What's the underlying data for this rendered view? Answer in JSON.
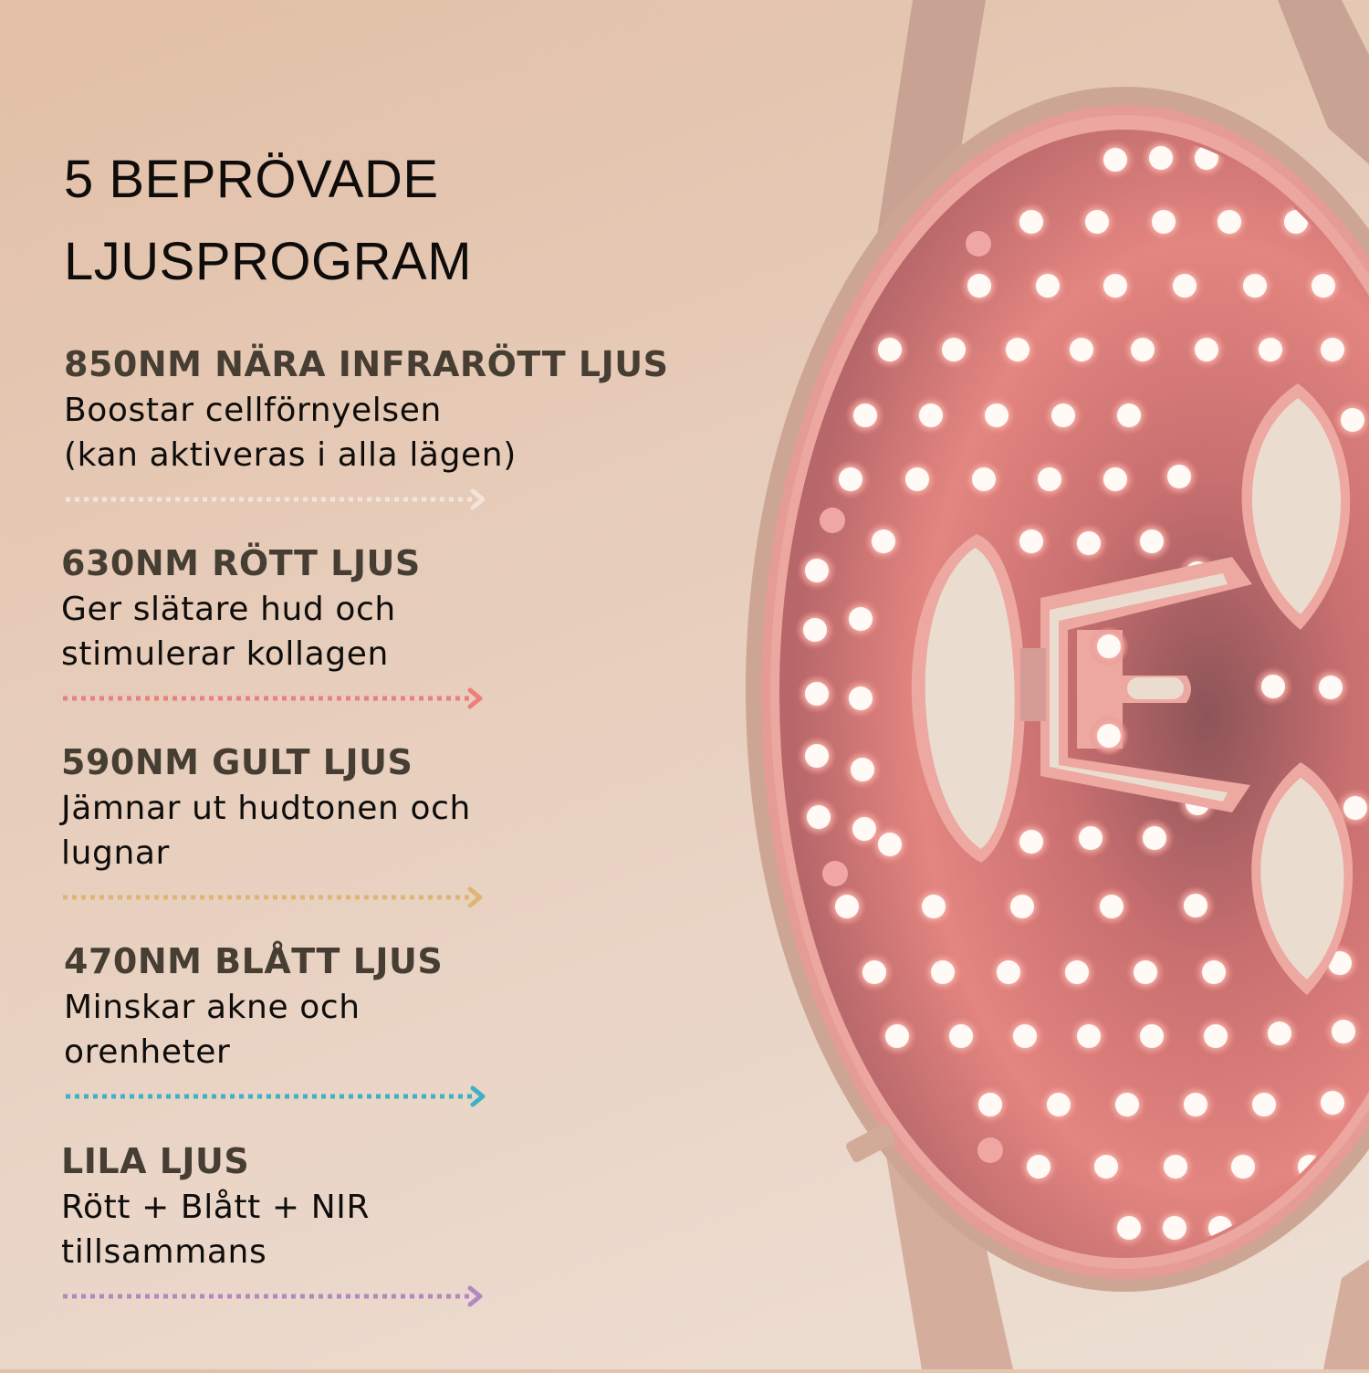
{
  "title": {
    "line1": "5 BEPRÖVADE",
    "line2": "LJUSPROGRAM"
  },
  "programs": [
    {
      "heading": "850NM NÄRA INFRARÖTT LJUS",
      "line1": "Boostar cellförnyelsen",
      "line2": "(kan aktiveras i alla lägen)",
      "arrow_color": "#f3e3d9"
    },
    {
      "heading": "630NM RÖTT LJUS",
      "line1": "Ger slätare hud och",
      "line2": "stimulerar kollagen",
      "arrow_color": "#ec7f7c"
    },
    {
      "heading": "590NM GULT LJUS",
      "line1": "Jämnar ut hudtonen och",
      "line2": "lugnar",
      "arrow_color": "#ddb577"
    },
    {
      "heading": "470NM BLÅTT LJUS",
      "line1": "Minskar akne och",
      "line2": "orenheter",
      "arrow_color": "#3eb1c6"
    },
    {
      "heading": "LILA LJUS",
      "line1": "Rött + Blått + NIR",
      "line2": "tillsammans",
      "arrow_color": "#b387c2"
    }
  ],
  "product_image": {
    "icon": "led-face-mask-icon",
    "led_color": "#e78582",
    "frame_color": "#c9a596"
  }
}
